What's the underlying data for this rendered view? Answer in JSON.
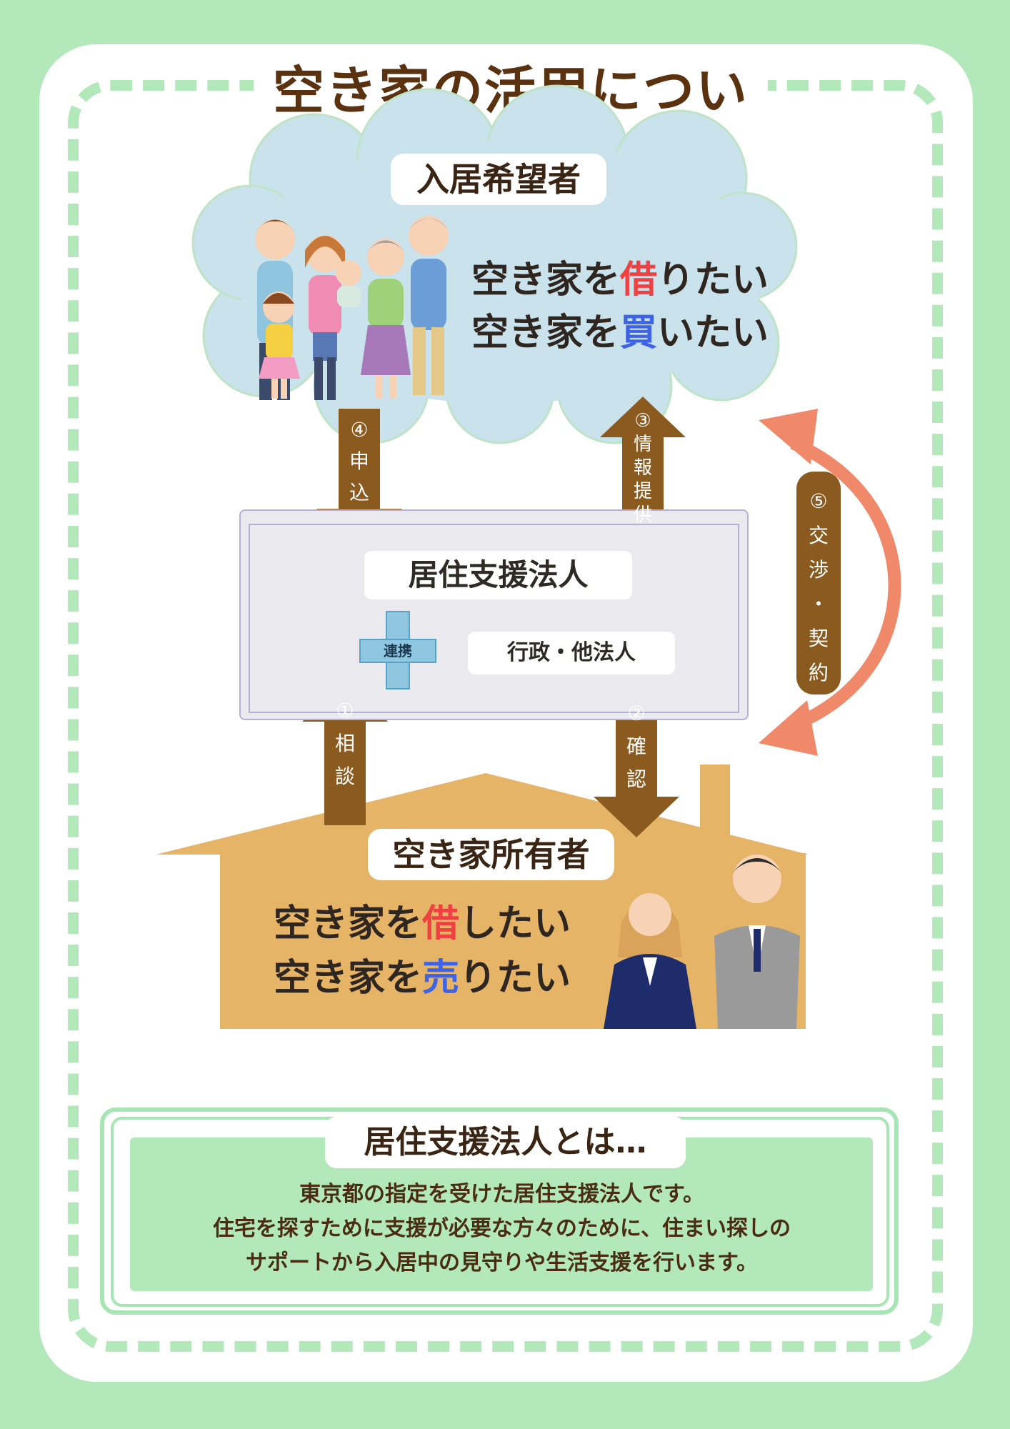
{
  "title": "空き家の活用について",
  "seeker": {
    "label": "入居希望者",
    "want1": {
      "pre": "空き家を",
      "hl": "借",
      "post": "りたい"
    },
    "want2": {
      "pre": "空き家を",
      "hl": "買",
      "post": "いたい"
    }
  },
  "support": {
    "title": "居住支援法人",
    "link_label": "連携",
    "partner_label": "行政・他法人"
  },
  "owner": {
    "label": "空き家所有者",
    "want1": {
      "pre": "空き家を",
      "hl": "借",
      "post": "したい"
    },
    "want2": {
      "pre": "空き家を",
      "hl": "売",
      "post": "りたい"
    }
  },
  "steps": {
    "step1": {
      "num": "①",
      "chars": [
        "相",
        "談"
      ]
    },
    "step2": {
      "num": "②",
      "chars": [
        "確",
        "認"
      ]
    },
    "step3": {
      "num": "③",
      "chars": [
        "情",
        "報",
        "提",
        "供"
      ]
    },
    "step4": {
      "num": "④",
      "chars": [
        "申",
        "込"
      ]
    },
    "step5": {
      "num": "⑤",
      "chars": [
        "交",
        "渉",
        "・",
        "契",
        "約"
      ]
    }
  },
  "info": {
    "title": "居住支援法人とは…",
    "lines": [
      "東京都の指定を受けた居住支援法人です。",
      "住宅を探すために支援が必要な方々のために、住まい探しの",
      "サポートから入居中の見守りや生活支援を行います。"
    ]
  },
  "colors": {
    "background": "#b3e8bb",
    "title": "#5a3210",
    "arrow": "#8a5a1e",
    "curve_arrow": "#f0896a",
    "house": "#e6b466",
    "cloud": "#c9e2ec",
    "highlight_red": "#ef4141",
    "highlight_blue": "#3f63e6"
  }
}
